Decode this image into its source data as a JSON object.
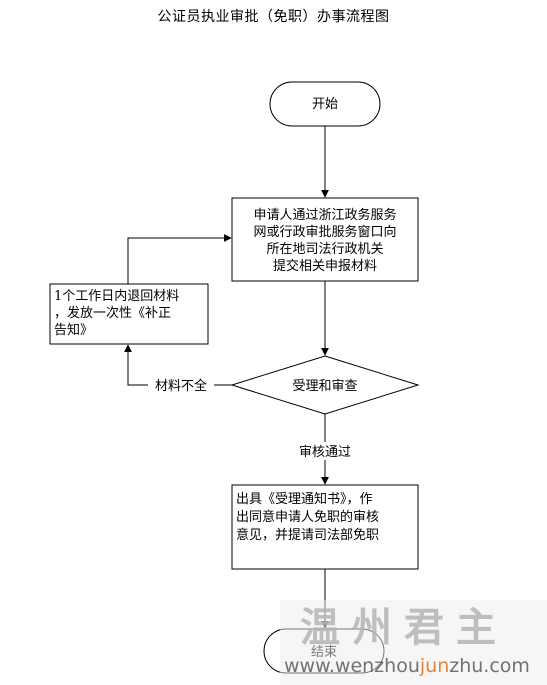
{
  "title": "公证员执业审批（免职）办事流程图",
  "nodes": {
    "start": "开始",
    "submit": [
      "申请人通过浙江政务服务",
      "网或行政审批服务窗口向",
      "所在地司法行政机关",
      "提交相关申报材料"
    ],
    "return": [
      "1个工作日内退回材料",
      "，发放一次性《补正",
      "告知》"
    ],
    "review": "受理和审查",
    "decision": [
      "出具《受理通知书》，作",
      "出同意申请人免职的审核",
      "意见，并提请司法部免职"
    ],
    "end": "结束"
  },
  "edge_labels": {
    "incomplete": "材料不全",
    "approved": "审核通过"
  },
  "watermark": {
    "text": "温州君主",
    "url_prefix": "www.wenzhou",
    "url_accent": "jun",
    "url_suffix": "zhu.com"
  },
  "colors": {
    "line": "#000000",
    "watermark": "#b9b9b9",
    "watermark_bg": "#ececec",
    "watermark_accent": "#e07b2a"
  }
}
